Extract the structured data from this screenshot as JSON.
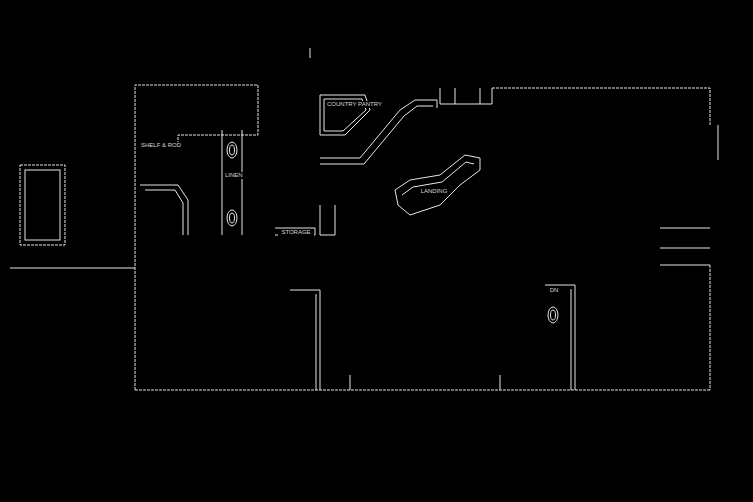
{
  "diagram": {
    "labels": [
      "COUNTRY PANTRY",
      "SHELF & ROD",
      "LINEN",
      "STORAGE",
      "LANDING",
      "DN"
    ]
  }
}
